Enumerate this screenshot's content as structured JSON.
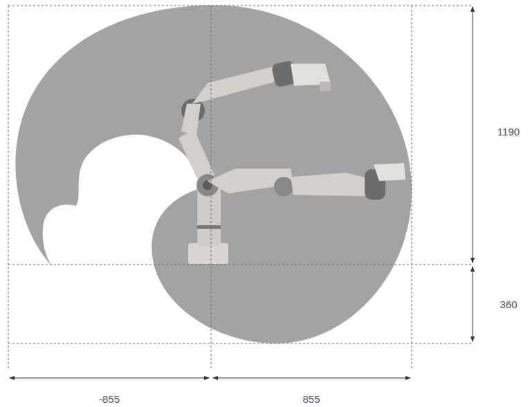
{
  "diagram": {
    "labels": [
      "1190",
      "360",
      "-855",
      "855"
    ]
  }
}
